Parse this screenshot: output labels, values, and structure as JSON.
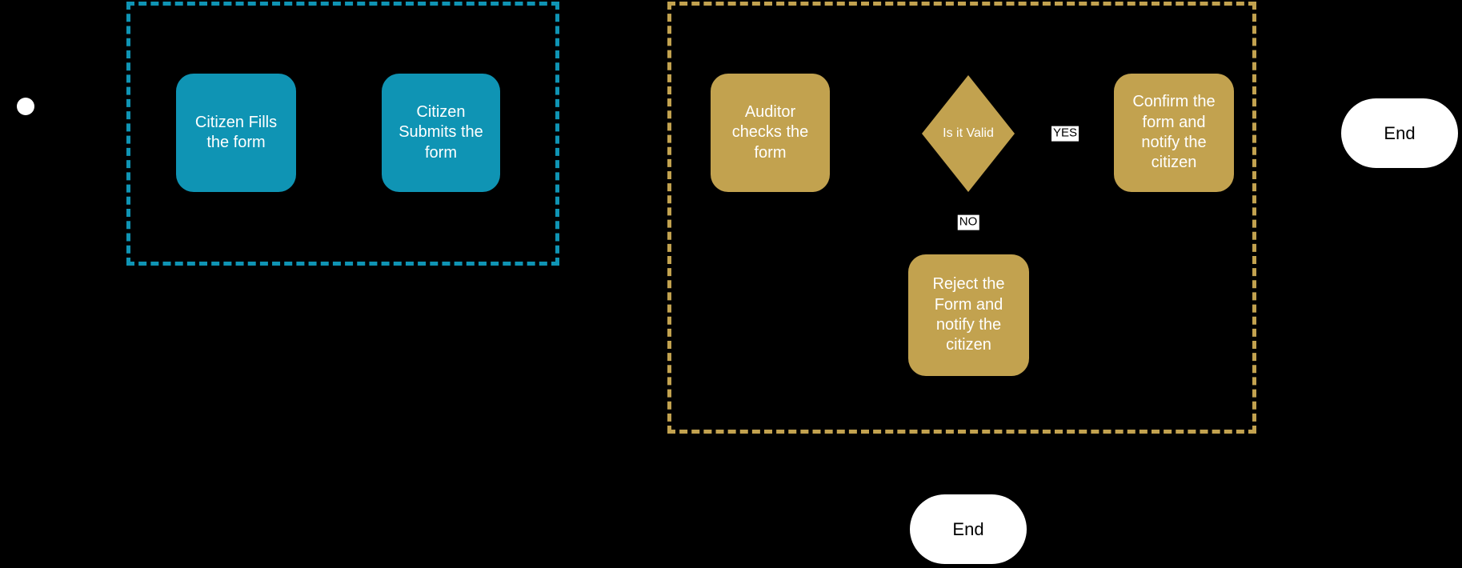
{
  "canvas": {
    "background": "#000000"
  },
  "palette": {
    "citizen_color": "#0f94b4",
    "auditor_color": "#c2a24f",
    "terminator_fill": "#ffffff",
    "terminator_text": "#000000",
    "node_text": "#ffffff",
    "branch_label_bg": "#ffffff",
    "branch_label_text": "#000000"
  },
  "flowchart": {
    "start": {
      "shape": "start-circle"
    },
    "citizen_lane": {
      "nodes": [
        {
          "id": "fill-form",
          "label": "Citizen Fills the form"
        },
        {
          "id": "submit-form",
          "label": "Citizen Submits the form"
        }
      ]
    },
    "auditor_lane": {
      "nodes": [
        {
          "id": "check-form",
          "label": "Auditor checks the form"
        },
        {
          "id": "is-valid",
          "label": "Is it Valid",
          "shape": "decision"
        },
        {
          "id": "confirm-form",
          "label": "Confirm the form and notify the citizen"
        },
        {
          "id": "reject-form",
          "label": "Reject the Form and notify the citizen"
        }
      ],
      "branch_labels": {
        "yes": "YES",
        "no": "NO"
      }
    },
    "terminators": {
      "right_end": "End",
      "bottom_end": "End"
    }
  }
}
